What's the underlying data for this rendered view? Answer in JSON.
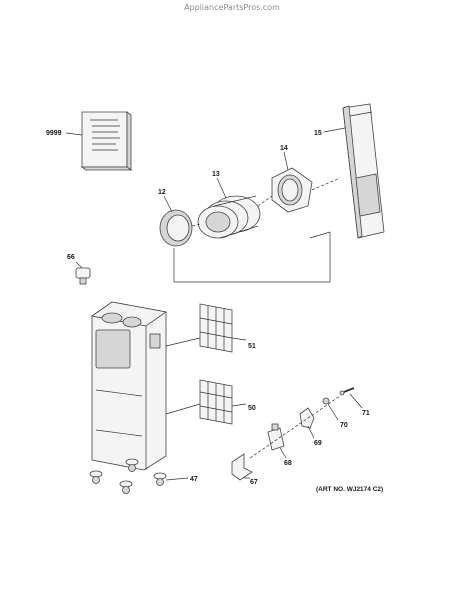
{
  "header": {
    "watermark": "AppliancePartsPros.com"
  },
  "labels": {
    "p9999": "9999",
    "p15": "15",
    "p14": "14",
    "p13": "13",
    "p12": "12",
    "p66": "66",
    "p51": "51",
    "p50": "50",
    "p71": "71",
    "p70": "70",
    "p69": "69",
    "p68": "68",
    "p67": "67",
    "p47": "47"
  },
  "art_number": "(ART NO. WJ2174 C2)"
}
